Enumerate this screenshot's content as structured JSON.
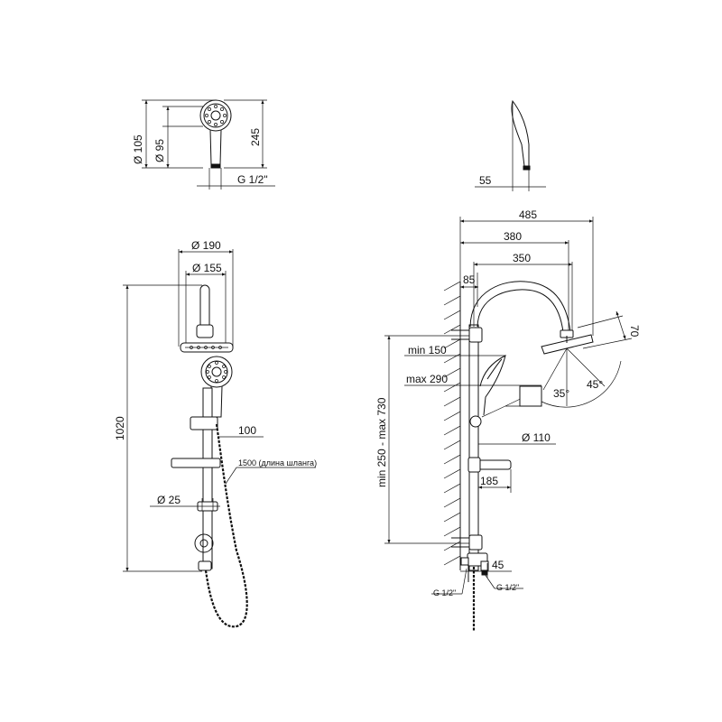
{
  "dimensions": {
    "hand_d105": "Ø 105",
    "hand_d95": "Ø 95",
    "hand_len245": "245",
    "hand_thread": "G 1/2\"",
    "side_depth55": "55",
    "head_d190": "Ø 190",
    "head_d155": "Ø 155",
    "total_height1020": "1020",
    "offset100": "100",
    "hose_length": "1500 (длина шланга)",
    "rail_d25": "Ø 25",
    "reach485": "485",
    "reach380": "380",
    "reach350": "350",
    "wall85": "85",
    "head_h70": "70",
    "min150": "min 150",
    "max290": "max 290",
    "angle35": "35°",
    "angle45": "45°",
    "range_min_max": "min 250 - max 730",
    "shelf_d110": "Ø 110",
    "shelf185": "185",
    "outlet45": "45",
    "thread_left": "G 1/2\"",
    "thread_right": "G 1/2\""
  }
}
